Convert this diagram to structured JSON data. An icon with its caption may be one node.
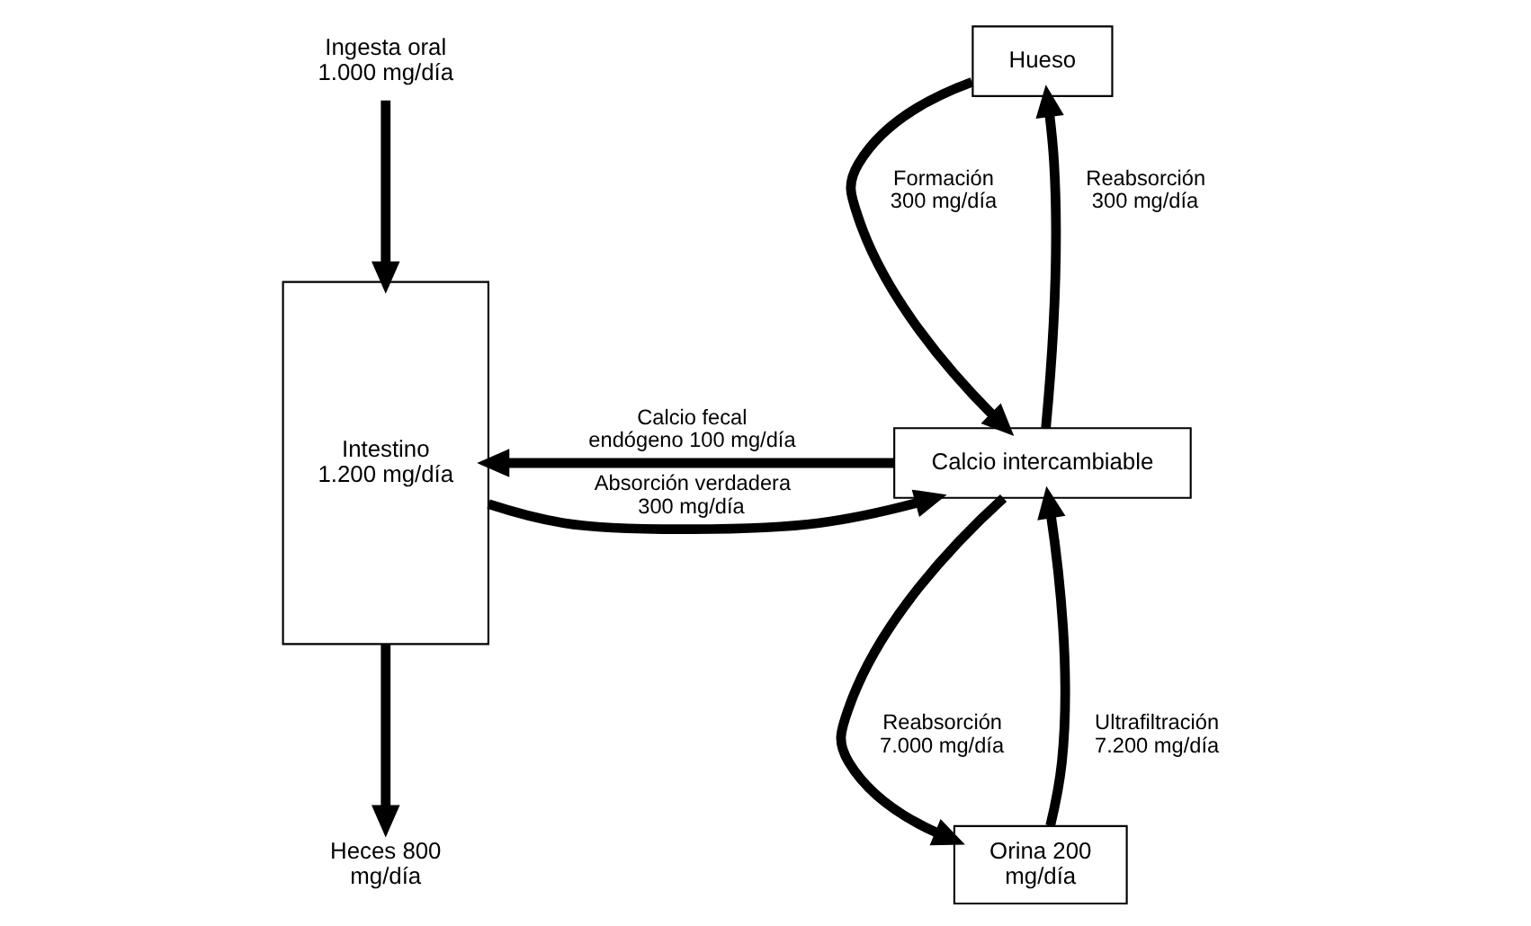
{
  "diagram": {
    "nodes": [
      {
        "text": [
          "Ingesta oral 1.000 mg/día"
        ]
      },
      {
        "text": [
          "Intestino",
          "1.200 mg/día"
        ]
      },
      {
        "text": [
          "Heces 800 mg/día"
        ]
      },
      {
        "text": [
          "Hueso"
        ]
      },
      {
        "text": [
          "Calcio intercambiable"
        ]
      },
      {
        "text": [
          "Orina 200 mg/día"
        ]
      }
    ],
    "edges": [
      {
        "from": 0,
        "to": 1,
        "arrow": "to"
      },
      {
        "from": 1,
        "to": 2,
        "arrow": "to"
      },
      {
        "from": 1,
        "to": 4,
        "arrow": "to",
        "label": "Absorción verdadera 300 mg/día"
      },
      {
        "from": 4,
        "to": 1,
        "arrow": "to",
        "label": "Calcio fecal endógeno 100 mg/día"
      },
      {
        "from": 3,
        "to": 4,
        "arrow": "to",
        "label": "Formación 300 mg/día"
      },
      {
        "from": 4,
        "to": 3,
        "arrow": "to",
        "label": "Reabsorción 300 mg/día"
      },
      {
        "from": 4,
        "to": 5,
        "arrow": "to",
        "label": "Reabsorción 7.000 mg/día"
      },
      {
        "from": 5,
        "to": 4,
        "arrow": "to",
        "label": "Ultrafiltración 7.200 mg/día"
      }
    ]
  }
}
